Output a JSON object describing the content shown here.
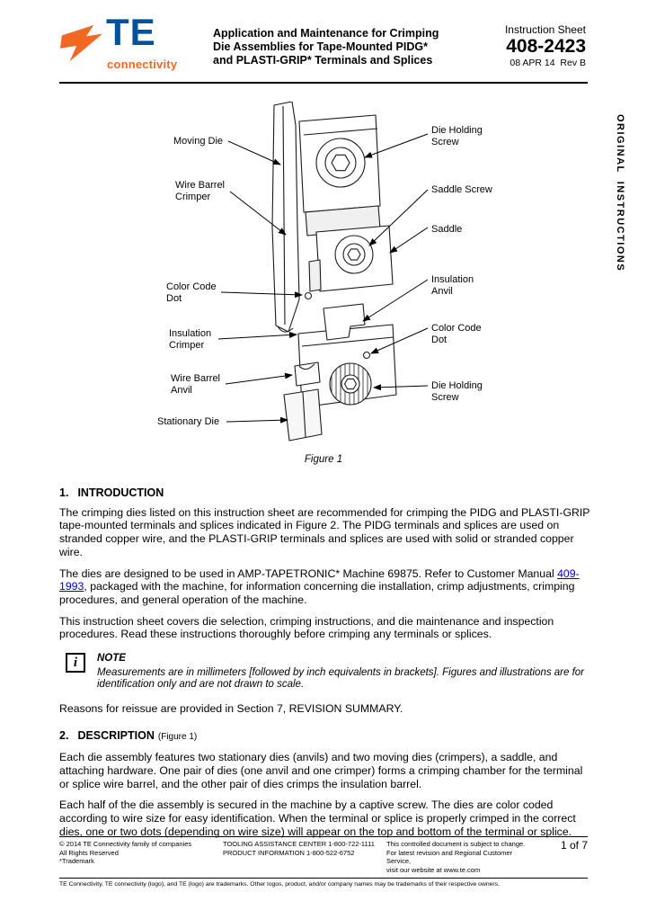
{
  "colors": {
    "te_orange": "#f26722",
    "te_blue": "#00529c",
    "link_blue": "#0000cc"
  },
  "header": {
    "logo_text": "TE",
    "logo_tagline": "connectivity",
    "title_lines": [
      "Application and Maintenance for Crimping",
      "Die Assemblies for Tape-Mounted PIDG*",
      "and PLASTI-GRIP* Terminals and Splices"
    ],
    "doc_type": "Instruction Sheet",
    "doc_number": "408-2423",
    "date_rev": "08 APR 14  Rev B"
  },
  "side_label": "ORIGINAL  INSTRUCTIONS",
  "figure": {
    "caption": "Figure 1",
    "labels_left": [
      "Moving Die",
      "Wire Barrel Crimper",
      "Color Code Dot",
      "Insulation Crimper",
      "Wire Barrel Anvil",
      "Stationary Die"
    ],
    "labels_right": [
      "Die Holding Screw",
      "Saddle Screw",
      "Saddle",
      "Insulation Anvil",
      "Color Code Dot",
      "Die Holding Screw"
    ]
  },
  "sections": {
    "intro": {
      "number": "1.",
      "title": "INTRODUCTION",
      "p1": "The crimping dies listed on this instruction sheet are recommended for crimping the PIDG and PLASTI-GRIP tape-mounted terminals and splices indicated in Figure 2. The PIDG terminals and splices are used on stranded copper wire, and the PLASTI-GRIP terminals and splices are used with solid or stranded copper wire.",
      "p2_pre": "The dies are designed to be used in AMP-TAPETRONIC* Machine 69875. Refer to Customer Manual ",
      "p2_link": "409-1993",
      "p2_post": ", packaged with the machine, for information concerning die installation, crimp adjustments, crimping procedures, and general operation of the machine.",
      "p3": "This instruction sheet covers die selection, crimping instructions, and die maintenance and inspection procedures. Read these instructions thoroughly before crimping any terminals or splices.",
      "note_title": "NOTE",
      "note_icon": "i",
      "note_text": "Measurements are in millimeters [followed by inch equivalents in brackets]. Figures and illustrations are for identification only and are not drawn to scale.",
      "p4": "Reasons for reissue are provided in Section 7, REVISION SUMMARY."
    },
    "description": {
      "number": "2.",
      "title": "DESCRIPTION",
      "title_suffix": "(Figure 1)",
      "p1": "Each die assembly features two stationary dies (anvils) and two moving dies (crimpers), a saddle, and attaching hardware. One pair of dies (one anvil and one crimper) forms a crimping chamber for the terminal or splice wire barrel, and the other pair of dies crimps the insulation barrel.",
      "p2": "Each half of the die assembly is secured in the machine by a captive screw. The dies are color coded according to wire size for easy identification. When the terminal or splice is properly crimped in the correct dies, one or two dots (depending on wire size) will appear on the top and bottom of the terminal or splice."
    }
  },
  "footer": {
    "col1": [
      "© 2014 TE Connectivity family of companies",
      "All Rights Reserved",
      "*Trademark"
    ],
    "col2": [
      "TOOLING ASSISTANCE CENTER 1-800-722-1111",
      "PRODUCT INFORMATION 1-800-522-6752"
    ],
    "col3": [
      "This controlled document is subject to change.",
      "For latest revision and Regional Customer Service,",
      "visit our website at www.te.com"
    ],
    "page": "1 of 7",
    "trademark": "TE Connectivity, TE connectivity (logo), and TE (logo) are trademarks.  Other logos, product, and/or company names may be trademarks of their respective owners."
  }
}
